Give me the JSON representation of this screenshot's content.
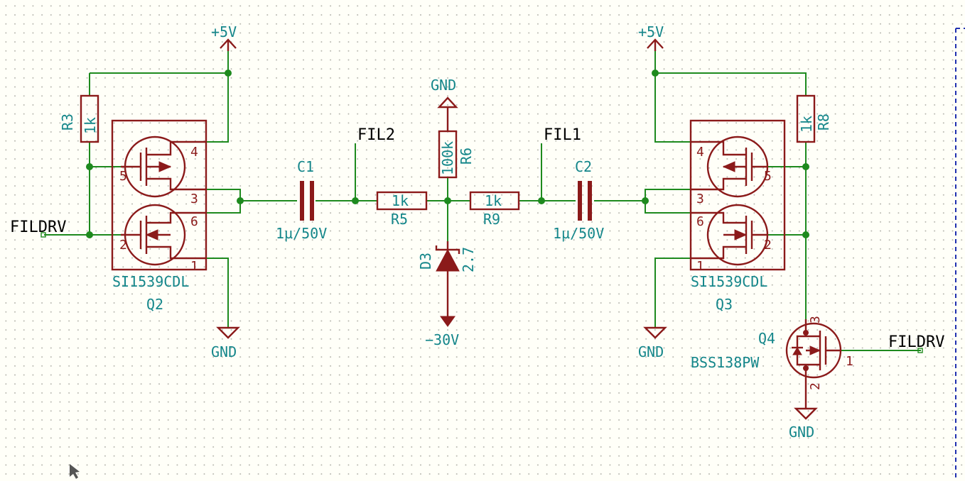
{
  "power": {
    "p5v_left": "+5V",
    "p5v_right": "+5V",
    "gnd_top": "GND",
    "gnd_q2": "GND",
    "gnd_q3": "GND",
    "gnd_q4": "GND",
    "neg30": "−30V"
  },
  "nets": {
    "fildrv_left": "FILDRV",
    "fil2": "FIL2",
    "fil1": "FIL1",
    "fildrv_right": "FILDRV"
  },
  "components": {
    "r3": {
      "ref": "R3",
      "value": "1k"
    },
    "r8": {
      "ref": "R8",
      "value": "1k"
    },
    "r5": {
      "ref": "R5",
      "value": "1k"
    },
    "r9": {
      "ref": "R9",
      "value": "1k"
    },
    "r6": {
      "ref": "R6",
      "value": "100k"
    },
    "c1": {
      "ref": "C1",
      "value": "1µ/50V"
    },
    "c2": {
      "ref": "C2",
      "value": "1µ/50V"
    },
    "d3": {
      "ref": "D3",
      "value": "2.7"
    },
    "q2": {
      "ref": "Q2",
      "value": "SI1539CDL",
      "pins": [
        "4",
        "5",
        "3",
        "6",
        "2",
        "1"
      ]
    },
    "q3": {
      "ref": "Q3",
      "value": "SI1539CDL",
      "pins": [
        "4",
        "5",
        "3",
        "6",
        "2",
        "1"
      ]
    },
    "q4": {
      "ref": "Q4",
      "value": "BSS138PW",
      "pins": [
        "3",
        "1",
        "2"
      ]
    }
  },
  "colors": {
    "wire": "#1e8a1e",
    "component": "#8b1a1a",
    "label": "#14868a",
    "net_label": "#000000",
    "sheet_border": "#2030b0",
    "background": "#fffff8"
  }
}
